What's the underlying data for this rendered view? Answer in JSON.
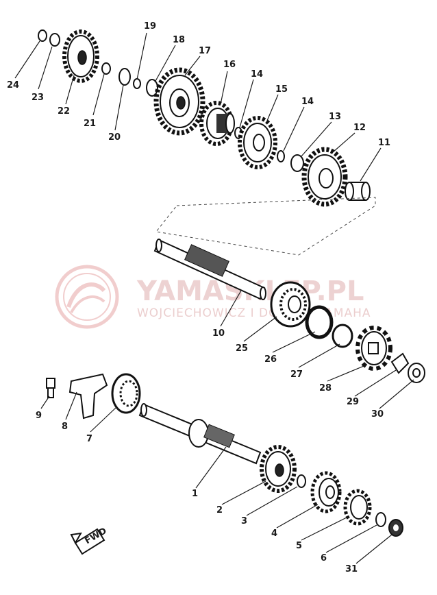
{
  "watermark": {
    "brand": "YAMASKLEP.PL",
    "subtitle": "WOJCIECHOWICZ I DORSCH YAMAHA",
    "color": "#e7a5a5"
  },
  "badge": {
    "text": "FWD"
  },
  "callouts": [
    {
      "id": "24",
      "label": "24"
    },
    {
      "id": "23",
      "label": "23"
    },
    {
      "id": "22",
      "label": "22"
    },
    {
      "id": "21",
      "label": "21"
    },
    {
      "id": "20",
      "label": "20"
    },
    {
      "id": "19",
      "label": "19"
    },
    {
      "id": "18",
      "label": "18"
    },
    {
      "id": "17",
      "label": "17"
    },
    {
      "id": "16",
      "label": "16"
    },
    {
      "id": "14a",
      "label": "14"
    },
    {
      "id": "15",
      "label": "15"
    },
    {
      "id": "14b",
      "label": "14"
    },
    {
      "id": "13",
      "label": "13"
    },
    {
      "id": "12",
      "label": "12"
    },
    {
      "id": "11",
      "label": "11"
    },
    {
      "id": "10",
      "label": "10"
    },
    {
      "id": "25",
      "label": "25"
    },
    {
      "id": "26",
      "label": "26"
    },
    {
      "id": "27",
      "label": "27"
    },
    {
      "id": "28",
      "label": "28"
    },
    {
      "id": "29",
      "label": "29"
    },
    {
      "id": "30",
      "label": "30"
    },
    {
      "id": "9",
      "label": "9"
    },
    {
      "id": "8",
      "label": "8"
    },
    {
      "id": "7",
      "label": "7"
    },
    {
      "id": "1",
      "label": "1"
    },
    {
      "id": "2",
      "label": "2"
    },
    {
      "id": "3",
      "label": "3"
    },
    {
      "id": "4",
      "label": "4"
    },
    {
      "id": "5",
      "label": "5"
    },
    {
      "id": "6",
      "label": "6"
    },
    {
      "id": "31",
      "label": "31"
    }
  ]
}
